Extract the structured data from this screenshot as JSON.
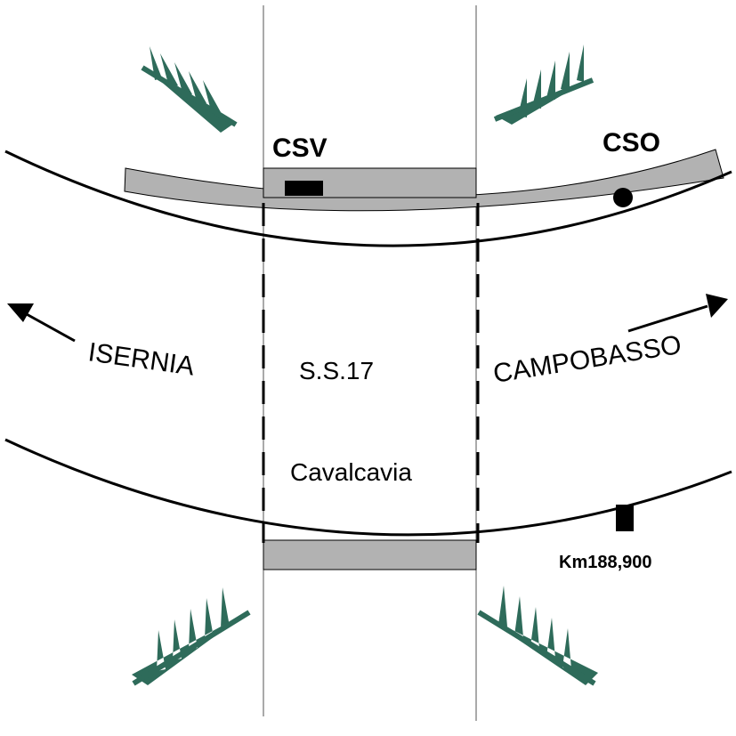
{
  "labels": {
    "csv": "CSV",
    "cso": "CSO",
    "isernia": "ISERNIA",
    "campobasso": "CAMPOBASSO",
    "road": "S.S.17",
    "overpass": "Cavalcavia",
    "km_marker": "Km188,900"
  },
  "colors": {
    "line": "#000000",
    "band": "#b2b2b2",
    "embankment": "#2e6b5a",
    "marker": "#000000"
  },
  "icons": {
    "embankment": "slope-hatch-icon",
    "direction": "arrow-icon",
    "sensor": "square-marker-icon",
    "station": "circle-marker-icon"
  }
}
